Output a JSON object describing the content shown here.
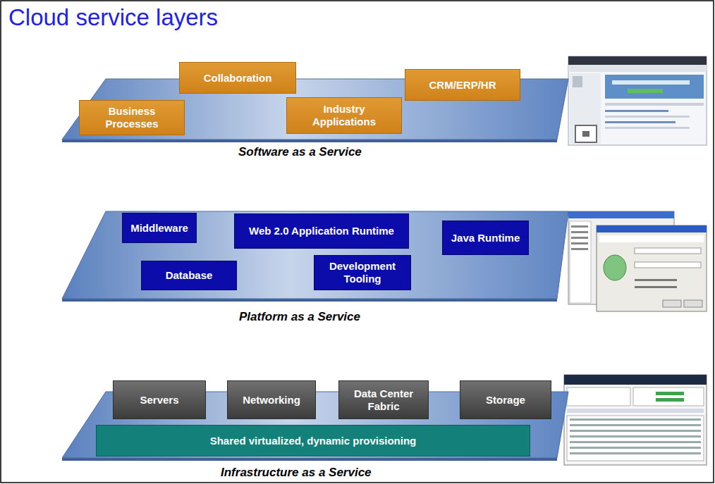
{
  "diagram": {
    "title": "Cloud service layers",
    "nodes": [
      {
        "text": [
          "Software as a Service"
        ]
      },
      {
        "text": [
          "Business Processes"
        ],
        "in": 0
      },
      {
        "text": [
          "Collaboration"
        ],
        "in": 0
      },
      {
        "text": [
          "Industry Applications"
        ],
        "in": 0
      },
      {
        "text": [
          "CRM/ERP/HR"
        ],
        "in": 0
      },
      {
        "text": [
          "Platform as a Service"
        ]
      },
      {
        "text": [
          "Middleware"
        ],
        "in": 5
      },
      {
        "text": [
          "Web 2.0 Application Runtime"
        ],
        "in": 5
      },
      {
        "text": [
          "Java Runtime"
        ],
        "in": 5
      },
      {
        "text": [
          "Database"
        ],
        "in": 5
      },
      {
        "text": [
          "Development Tooling"
        ],
        "in": 5
      },
      {
        "text": [
          "Infrastructure as a Service"
        ]
      },
      {
        "text": [
          "Servers"
        ],
        "in": 11
      },
      {
        "text": [
          "Networking"
        ],
        "in": 11
      },
      {
        "text": [
          "Data Center Fabric"
        ],
        "in": 11
      },
      {
        "text": [
          "Storage"
        ],
        "in": 11
      },
      {
        "text": [
          "Shared virtualized, dynamic provisioning"
        ],
        "in": 11
      }
    ]
  }
}
